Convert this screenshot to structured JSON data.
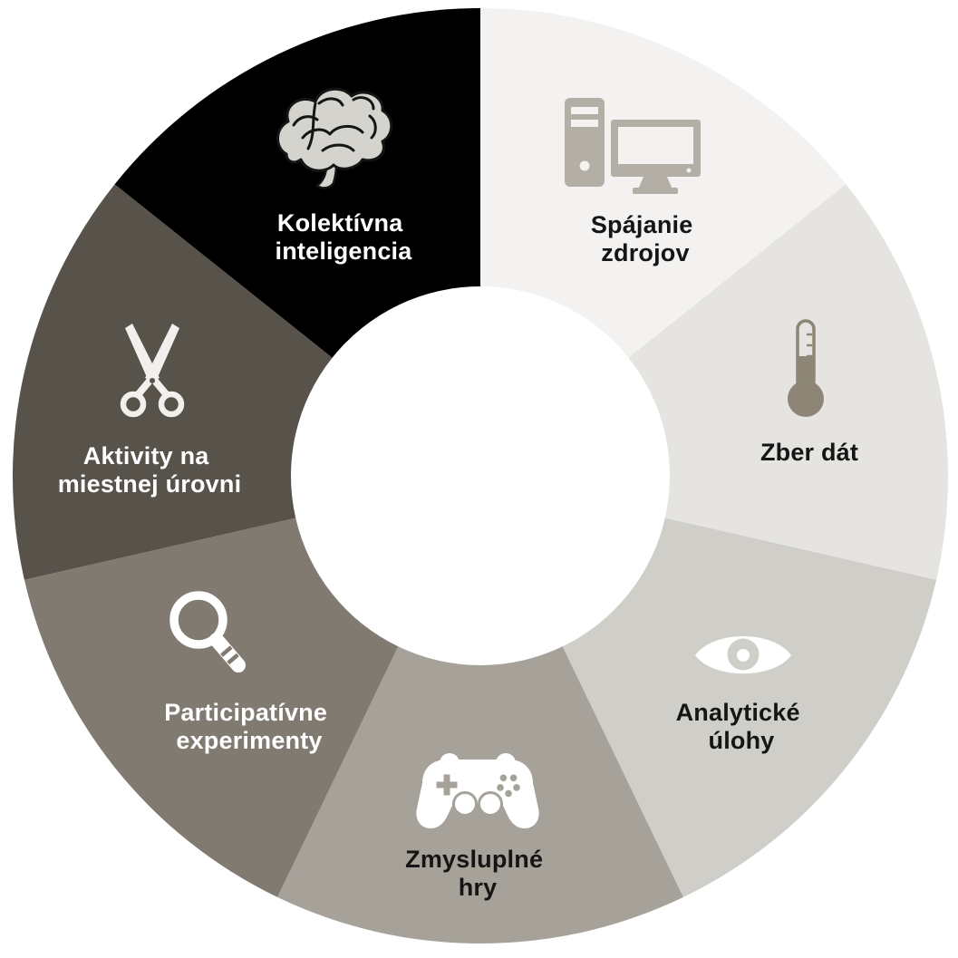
{
  "chart_data": {
    "type": "pie",
    "variant": "donut-wheel",
    "title": "",
    "legend_position": "none",
    "labels_inside": true,
    "hole_color": "#ffffff",
    "background_color": "#ffffff",
    "segments": [
      {
        "label": "Spájanie zdrojov",
        "lines": [
          "Spájanie",
          "zdrojov"
        ],
        "value": 1,
        "share_percent": 14.3,
        "icon": "computer-icon",
        "color": "#f3f2f0",
        "icon_color": "#b3afa6",
        "text_color": "#151515"
      },
      {
        "label": "Zber dát",
        "lines": [
          "Zber dát"
        ],
        "value": 1,
        "share_percent": 14.3,
        "icon": "thermometer-icon",
        "color": "#e6e4e1",
        "icon_color": "#8d8677",
        "text_color": "#151515"
      },
      {
        "label": "Analytické úlohy",
        "lines": [
          "Analytické",
          "úlohy"
        ],
        "value": 1,
        "share_percent": 14.3,
        "icon": "eye-icon",
        "color": "#cfcec8",
        "icon_color": "#ffffff",
        "text_color": "#151515"
      },
      {
        "label": "Zmysluplné hry",
        "lines": [
          "Zmysluplné",
          "hry"
        ],
        "value": 1,
        "share_percent": 14.3,
        "icon": "gamepad-icon",
        "color": "#a6a29a",
        "icon_color": "#ffffff",
        "text_color": "#151515"
      },
      {
        "label": "Participatívne experimenty",
        "lines": [
          "Participatívne",
          "experimenty"
        ],
        "value": 1,
        "share_percent": 14.3,
        "icon": "magnifier-icon",
        "color": "#807a71",
        "icon_color": "#ffffff",
        "text_color": "#ffffff"
      },
      {
        "label": "Aktivity na miestnej úrovni",
        "lines": [
          "Aktivity na",
          "miestnej úrovni"
        ],
        "value": 1,
        "share_percent": 14.3,
        "icon": "scissors-icon",
        "color": "#57524a",
        "icon_color": "#f2f0ec",
        "text_color": "#ffffff"
      },
      {
        "label": "Kolektívna inteligencia",
        "lines": [
          "Kolektívna",
          "inteligencia"
        ],
        "value": 1,
        "share_percent": 14.3,
        "icon": "brain-icon",
        "color": "#000000",
        "icon_color": "#d5d3cd",
        "icon_line_color": "#151515",
        "text_color": "#ffffff"
      }
    ]
  }
}
